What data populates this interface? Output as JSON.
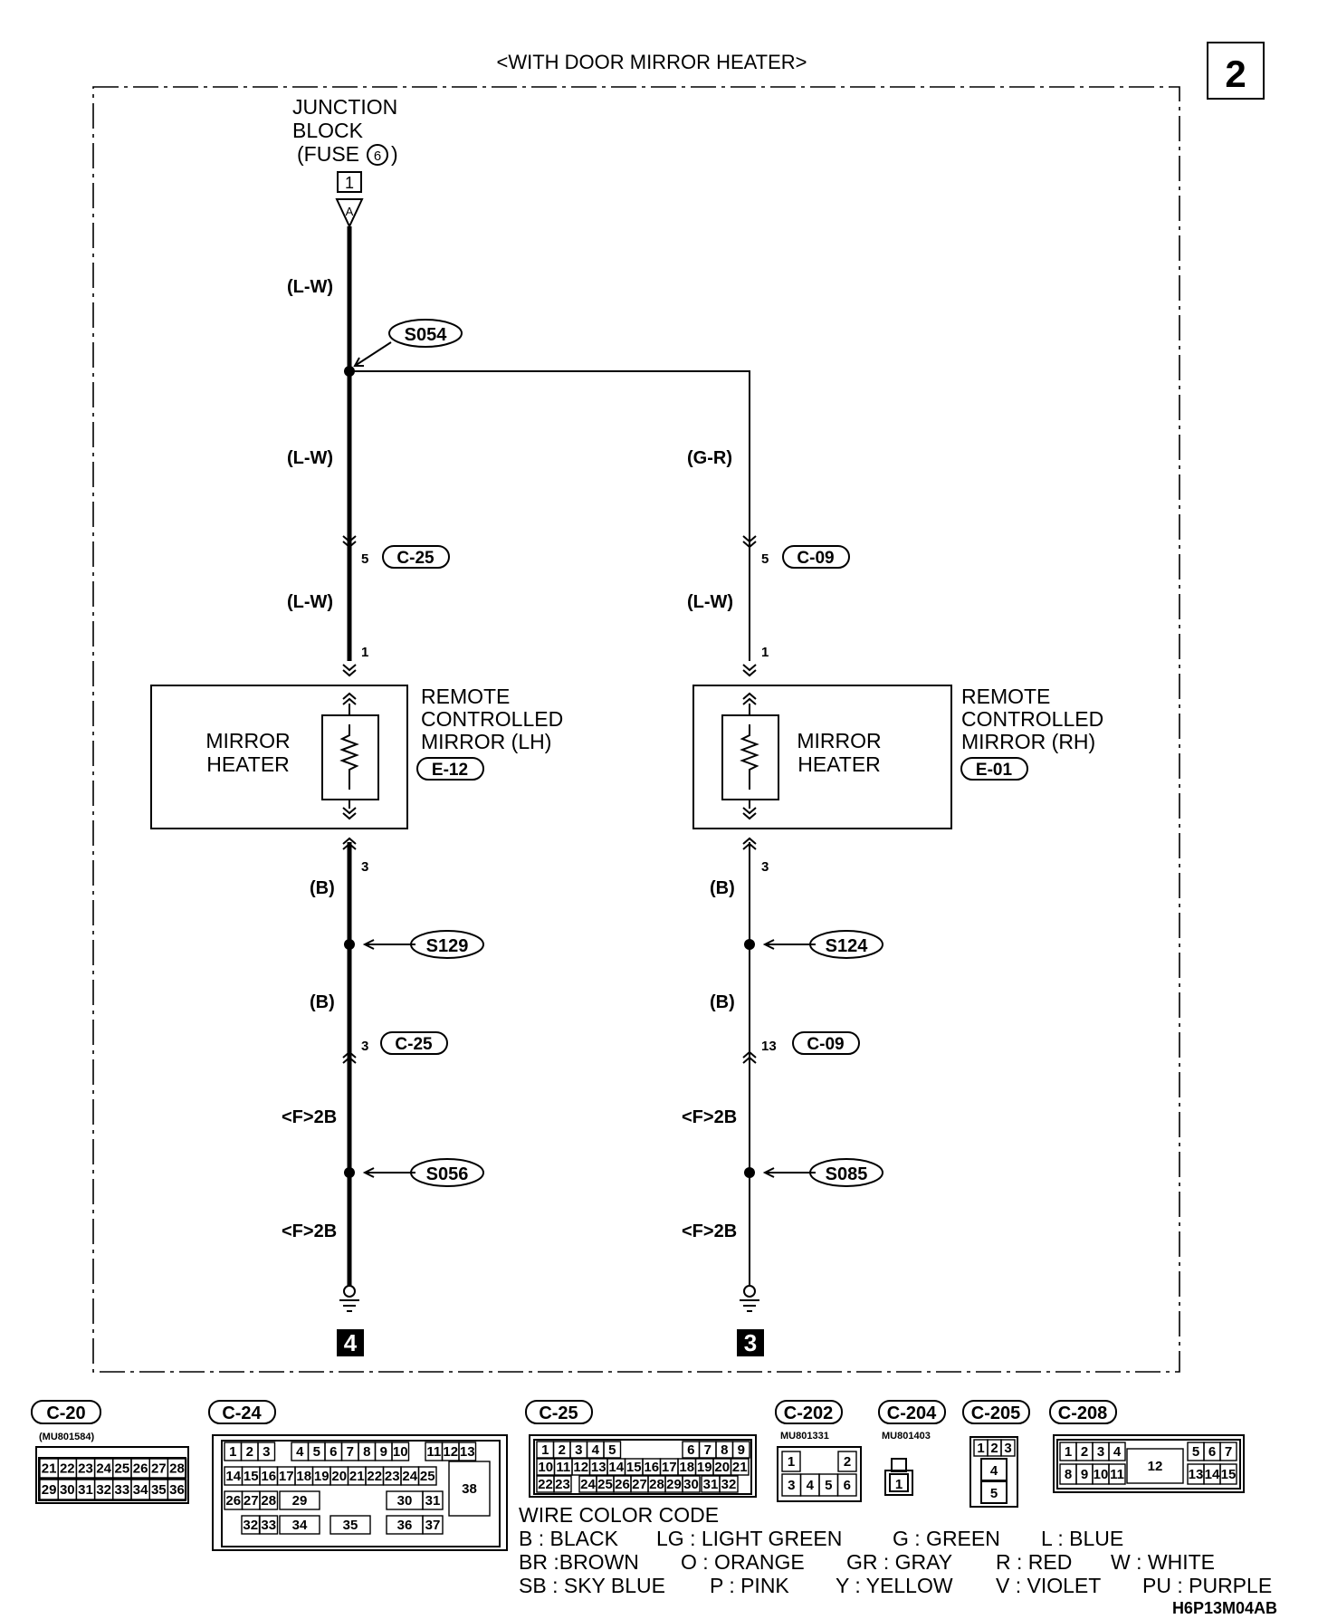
{
  "header": {
    "title": "<WITH DOOR MIRROR HEATER>",
    "page_number": "2"
  },
  "source": {
    "line1": "JUNCTION",
    "line2": "BLOCK",
    "line3": "(FUSE",
    "fuse_no": "6",
    "line3_end": ")",
    "connector_num": "1",
    "connector_letter": "A"
  },
  "splices": {
    "s054": "S054",
    "s129": "S129",
    "s124": "S124",
    "s056": "S056",
    "s085": "S085"
  },
  "left": {
    "wire_top": "(L-W)",
    "wire_mid": "(L-W)",
    "pin_c25_top": "5",
    "conn_c25_top": "C-25",
    "wire_low": "(L-W)",
    "pin_in": "1",
    "pin_out": "3",
    "wire_b1": "(B)",
    "wire_b2": "(B)",
    "pin_c25_bot": "3",
    "conn_c25_bot": "C-25",
    "wire_f1": "<F>2B",
    "wire_f2": "<F>2B",
    "ground_ref": "4",
    "component": {
      "inner_line1": "MIRROR",
      "inner_line2": "HEATER",
      "name_line1": "REMOTE",
      "name_line2": "CONTROLLED",
      "name_line3": "MIRROR (LH)",
      "connector": "E-12"
    }
  },
  "right": {
    "wire_top": "(G-R)",
    "pin_c09_top": "5",
    "conn_c09_top": "C-09",
    "wire_low": "(L-W)",
    "pin_in": "1",
    "pin_out": "3",
    "wire_b1": "(B)",
    "wire_b2": "(B)",
    "pin_c09_bot": "13",
    "conn_c09_bot": "C-09",
    "wire_f1": "<F>2B",
    "wire_f2": "<F>2B",
    "ground_ref": "3",
    "component": {
      "inner_line1": "MIRROR",
      "inner_line2": "HEATER",
      "name_line1": "REMOTE",
      "name_line2": "CONTROLLED",
      "name_line3": "MIRROR (RH)",
      "connector": "E-01"
    }
  },
  "connectors": {
    "c20": {
      "label": "C-20",
      "part": "(MU801584)",
      "row1": [
        "21",
        "22",
        "23",
        "24",
        "25",
        "26",
        "27",
        "28"
      ],
      "row2": [
        "29",
        "30",
        "31",
        "32",
        "33",
        "34",
        "35",
        "36"
      ]
    },
    "c24": {
      "label": "C-24",
      "row1": [
        "1",
        "2",
        "3",
        "4",
        "5",
        "6",
        "7",
        "8",
        "9",
        "10",
        "11",
        "12",
        "13"
      ],
      "row2": [
        "14",
        "15",
        "16",
        "17",
        "18",
        "19",
        "20",
        "21",
        "22",
        "23",
        "24",
        "25"
      ],
      "row3": [
        "26",
        "27",
        "28",
        "29",
        "30",
        "31"
      ],
      "row4": [
        "32",
        "33",
        "34",
        "35",
        "36",
        "37"
      ],
      "big": "38"
    },
    "c25": {
      "label": "C-25",
      "row1": [
        "1",
        "2",
        "3",
        "4",
        "5",
        "6",
        "7",
        "8",
        "9"
      ],
      "row2": [
        "10",
        "11",
        "12",
        "13",
        "14",
        "15",
        "16",
        "17",
        "18",
        "19",
        "20",
        "21"
      ],
      "row3": [
        "22",
        "23",
        "24",
        "25",
        "26",
        "27",
        "28",
        "29",
        "30",
        "31",
        "32"
      ]
    },
    "c202": {
      "label": "C-202",
      "part": "MU801331",
      "row1": [
        "1",
        "2"
      ],
      "row2": [
        "3",
        "4",
        "5",
        "6"
      ]
    },
    "c204": {
      "label": "C-204",
      "part": "MU801403",
      "pin": "1"
    },
    "c205": {
      "label": "C-205",
      "row1": [
        "1",
        "2",
        "3"
      ],
      "pin4": "4",
      "pin5": "5"
    },
    "c208": {
      "label": "C-208",
      "row1": [
        "1",
        "2",
        "3",
        "4",
        "5",
        "6",
        "7"
      ],
      "row2": [
        "8",
        "9",
        "10",
        "11",
        "13",
        "14",
        "15"
      ],
      "big": "12"
    }
  },
  "legend": {
    "title": "WIRE COLOR CODE",
    "row1": [
      "B : BLACK",
      "LG : LIGHT GREEN",
      "G : GREEN",
      "L : BLUE"
    ],
    "row2": [
      "BR :BROWN",
      "O : ORANGE",
      "GR : GRAY",
      "R : RED",
      "W : WHITE"
    ],
    "row3": [
      "SB : SKY BLUE",
      "P : PINK",
      "Y : YELLOW",
      "V : VIOLET",
      "PU : PURPLE"
    ]
  },
  "figure_code": "H6P13M04AB"
}
